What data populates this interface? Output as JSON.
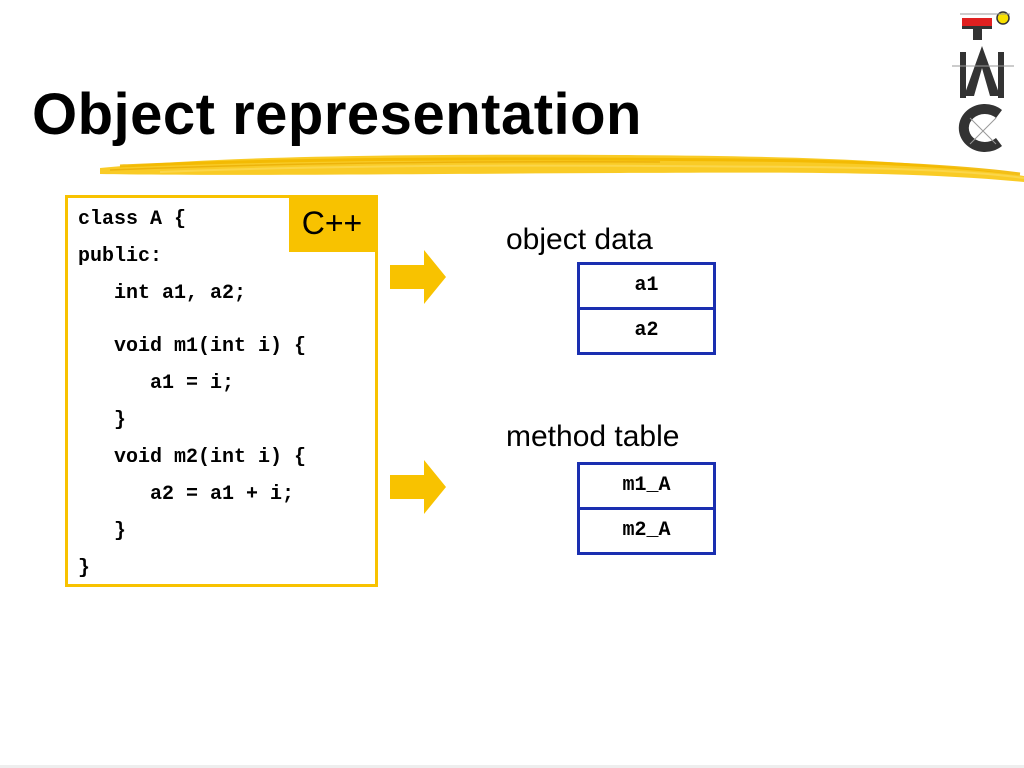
{
  "slide": {
    "title": "Object representation",
    "accent_color": "#f8c200",
    "table_border_color": "#1a2fb0"
  },
  "logo": {
    "icon": "iaik-logo",
    "text": "IAIK"
  },
  "code_box": {
    "language_tag": "C++",
    "lines": [
      "class A {",
      "public:",
      "   int a1, a2;",
      "   void m1(int i) {",
      "      a1 = i;",
      "   }",
      "   void m2(int i) {",
      "      a2 = a1 + i;",
      "   }",
      "}"
    ]
  },
  "object_data": {
    "label": "object data",
    "cells": [
      "a1",
      "a2"
    ]
  },
  "method_table": {
    "label": "method table",
    "cells": [
      "m1_A",
      "m2_A"
    ]
  }
}
